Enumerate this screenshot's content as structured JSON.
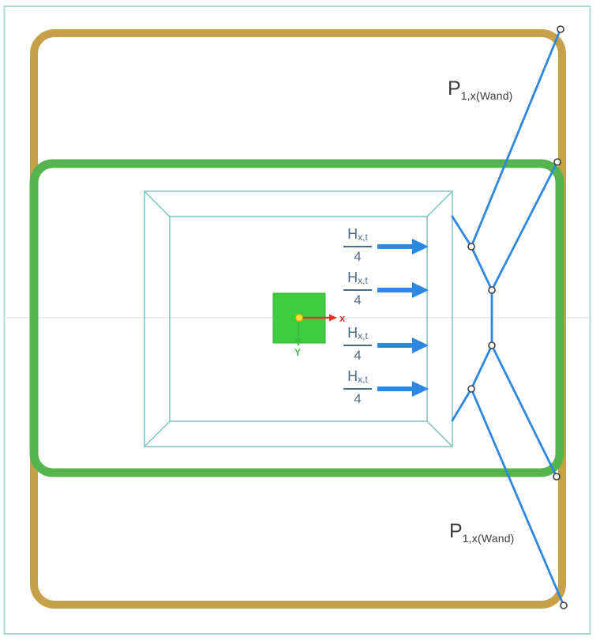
{
  "figure": {
    "wall_loads": {
      "top": {
        "main": "P",
        "sub": "1,x(Wand)"
      },
      "bottom": {
        "main": "P",
        "sub": "1,x(Wand)"
      }
    },
    "load_arrows": [
      {
        "num": "H",
        "num_sub": "x,t",
        "den": "4"
      },
      {
        "num": "H",
        "num_sub": "x,t",
        "den": "4"
      },
      {
        "num": "H",
        "num_sub": "x,t",
        "den": "4"
      },
      {
        "num": "H",
        "num_sub": "x,t",
        "den": "4"
      }
    ],
    "axes": {
      "x": "x",
      "y": "Y"
    },
    "colors": {
      "outer_wall_outline": "#C7A04A",
      "inner_wall_outline": "#55B44E",
      "load_blue": "#2E87E0",
      "frame_teal": "#7EC4BE",
      "page_border": "#ABD8D2",
      "guide_line": "#EFEDE8",
      "node_stroke": "#3F3F3F",
      "core_green_fill": "#3ECD3E",
      "core_green_stroke": "#2FB32F",
      "axis_x_red": "#E0352B",
      "axis_y_green": "#3CBE3C",
      "origin_yellow": "#FFE02E",
      "origin_rim": "#E8A21A",
      "label_text": "#3C3C3C",
      "fraction_text": "#4E6A87"
    }
  }
}
